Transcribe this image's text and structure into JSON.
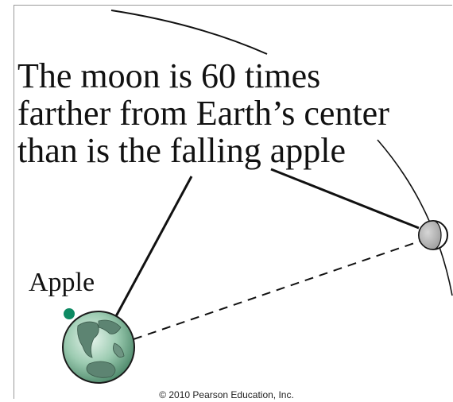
{
  "caption": {
    "line1": "The moon is 60 times",
    "line2": "farther from Earth’s center",
    "line3": "than is the falling apple"
  },
  "apple_label": "Apple",
  "copyright": "© 2010 Pearson Education, Inc.",
  "colors": {
    "apple": "#0e8a63",
    "earth_ocean": "#8fc3a6",
    "earth_land": "#4a6f5e",
    "moon": "#bfbfbf",
    "line": "#111111"
  },
  "icons": {
    "earth": "earth-globe-icon",
    "moon": "moon-icon",
    "apple": "apple-dot-icon"
  }
}
